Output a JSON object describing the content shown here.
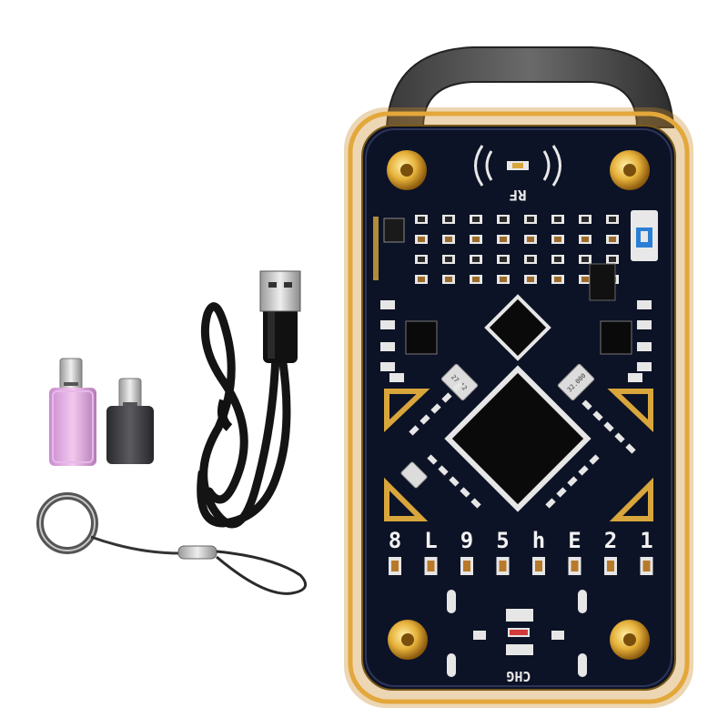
{
  "product": {
    "rf_label": "RF",
    "charge_label": "CHG",
    "segment_digits": [
      "8",
      "L",
      "9",
      "5",
      "h",
      "E",
      "2",
      "1"
    ],
    "crystal_labels": [
      "27.12",
      "32.000"
    ]
  },
  "accessories": [
    "pink-usb-c-adapter",
    "black-usb-c-adapter",
    "usb-cable",
    "keyring-lanyard"
  ],
  "colors": {
    "pcb": "#0d1326",
    "gold": "#d9a63c",
    "case_edge": "#e3a73a",
    "switch": "#2a7fd4"
  }
}
